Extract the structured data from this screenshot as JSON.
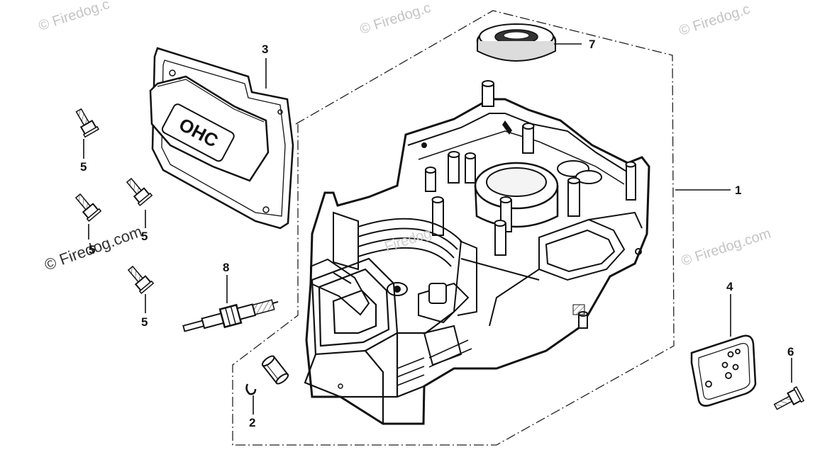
{
  "watermarks": {
    "tl": "© Firedog.c",
    "tc": "© Firedog.c",
    "tr": "© Firedog.c",
    "ml": "© Firedog.com",
    "mc": "Firedog",
    "mr": "© Firedog.com"
  },
  "callouts": {
    "p1": "1",
    "p2": "2",
    "p3": "3",
    "p4": "4",
    "p5a": "5",
    "p5b": "5",
    "p5c": "5",
    "p5d": "5",
    "p6": "6",
    "p7": "7",
    "p8": "8"
  },
  "head_cover_marking": "OHC"
}
